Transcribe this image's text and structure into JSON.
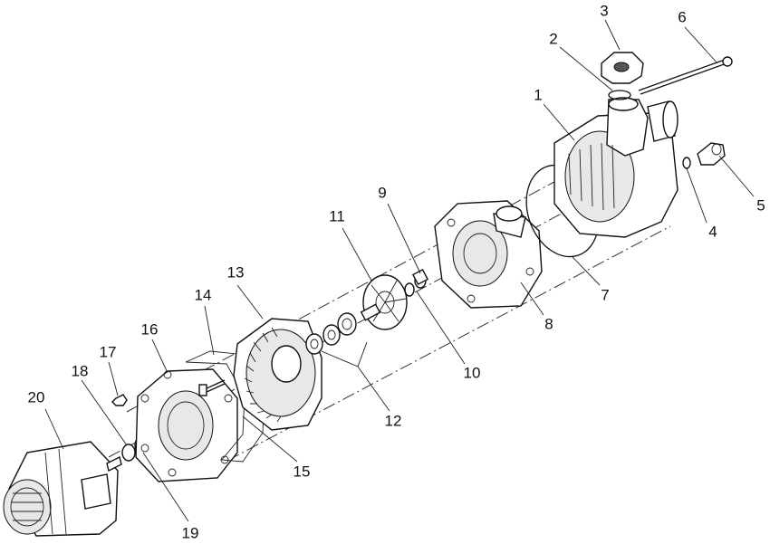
{
  "diagram": {
    "labels": [
      {
        "id": "1",
        "text": "1"
      },
      {
        "id": "2",
        "text": "2"
      },
      {
        "id": "3",
        "text": "3"
      },
      {
        "id": "4",
        "text": "4"
      },
      {
        "id": "5",
        "text": "5"
      },
      {
        "id": "6",
        "text": "6"
      },
      {
        "id": "7",
        "text": "7"
      },
      {
        "id": "8",
        "text": "8"
      },
      {
        "id": "9",
        "text": "9"
      },
      {
        "id": "10",
        "text": "10"
      },
      {
        "id": "11",
        "text": "11"
      },
      {
        "id": "12",
        "text": "12"
      },
      {
        "id": "13",
        "text": "13"
      },
      {
        "id": "14",
        "text": "14"
      },
      {
        "id": "15",
        "text": "15"
      },
      {
        "id": "16",
        "text": "16"
      },
      {
        "id": "17",
        "text": "17"
      },
      {
        "id": "18",
        "text": "18"
      },
      {
        "id": "19",
        "text": "19"
      },
      {
        "id": "20",
        "text": "20"
      }
    ]
  }
}
